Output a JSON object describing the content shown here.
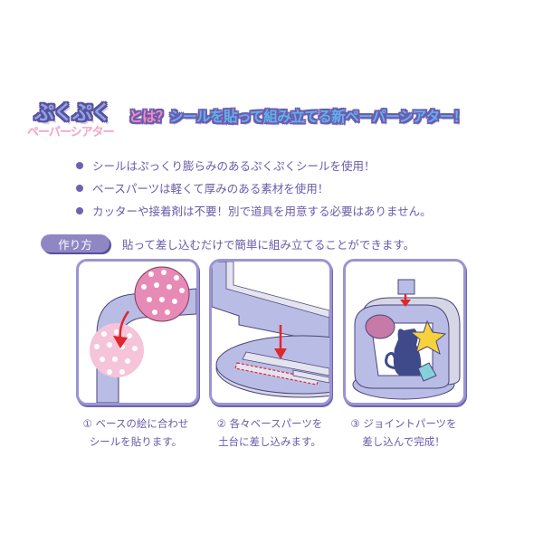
{
  "logo": {
    "line1": "ぷくぷく",
    "line2": "ペーパーシアター"
  },
  "headline": {
    "part1": "とは？",
    "part2": "シールを貼って組み立てる新ペーパーシアター！"
  },
  "features": [
    {
      "text": "シールはぷっくり膨らみのあるぷくぷくシールを使用！"
    },
    {
      "text": "ベースパーツは軽くて厚みのある素材を使用！"
    },
    {
      "text": "カッターや接着剤は不要！別で道具を用意する必要はありません。"
    }
  ],
  "howto": {
    "badge": "作り方",
    "description": "貼って差し込むだけで簡単に組み立てることができます。"
  },
  "steps": [
    {
      "line1": "① ベースの絵に合わせ",
      "line2": "シールを貼ります。",
      "illustration": "sticker-placement"
    },
    {
      "line1": "② 各々ベースパーツを",
      "line2": "土台に差し込みます。",
      "illustration": "base-insertion"
    },
    {
      "line1": "③ ジョイントパーツを",
      "line2": "差し込んで完成！",
      "illustration": "joint-completion"
    }
  ],
  "colors": {
    "accent_purple": "#6a5aa8",
    "panel_border": "#9b94d2",
    "badge_bg": "#8f86c4",
    "pink": "#f08cb9",
    "blue": "#5fb2ea",
    "arrow_red": "#e0262e"
  }
}
